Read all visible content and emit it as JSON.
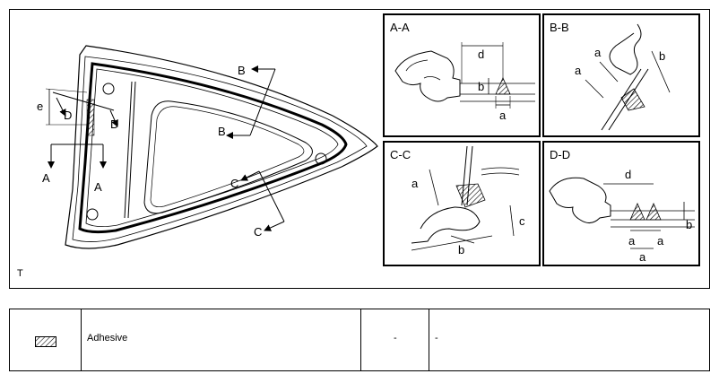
{
  "main_view": {
    "section_labels": {
      "b_top": "B",
      "b_bottom": "B",
      "c_top": "C",
      "c_bottom": "C",
      "a_left": "A",
      "a_right": "A",
      "d_left": "D",
      "d_right": "D",
      "e": "e"
    },
    "corner_mark": "T"
  },
  "panels": {
    "aa": {
      "title": "A-A",
      "dims": {
        "d": "d",
        "b": "b",
        "a": "a"
      }
    },
    "bb": {
      "title": "B-B",
      "dims": {
        "a1": "a",
        "a2": "a",
        "b": "b"
      }
    },
    "cc": {
      "title": "C-C",
      "dims": {
        "a": "a",
        "b": "b",
        "c": "c"
      }
    },
    "dd": {
      "title": "D-D",
      "dims": {
        "d": "d",
        "b": "b",
        "a_left": "a",
        "a_right": "a",
        "a_bottom": "a"
      }
    }
  },
  "legend": {
    "swatch_name": "adhesive-hatch",
    "label": "Adhesive",
    "col3": "-",
    "col4": "-"
  }
}
